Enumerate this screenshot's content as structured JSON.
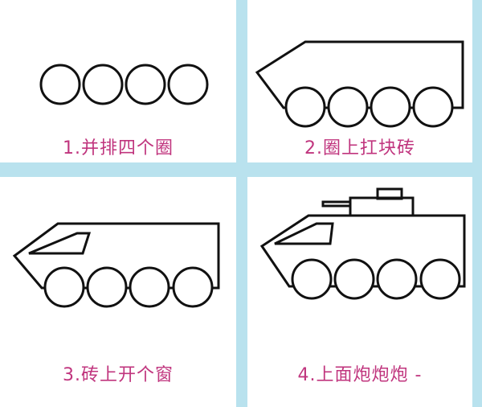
{
  "colors": {
    "background": "#b9e2ee",
    "panel": "#ffffff",
    "stroke": "#111111",
    "caption": "#c0357e"
  },
  "steps": [
    {
      "caption": "1.并排四个圈"
    },
    {
      "caption": "2.圈上扛块砖"
    },
    {
      "caption": "3.砖上开个窗"
    },
    {
      "caption": "4.上面炮炮炮 -"
    }
  ]
}
